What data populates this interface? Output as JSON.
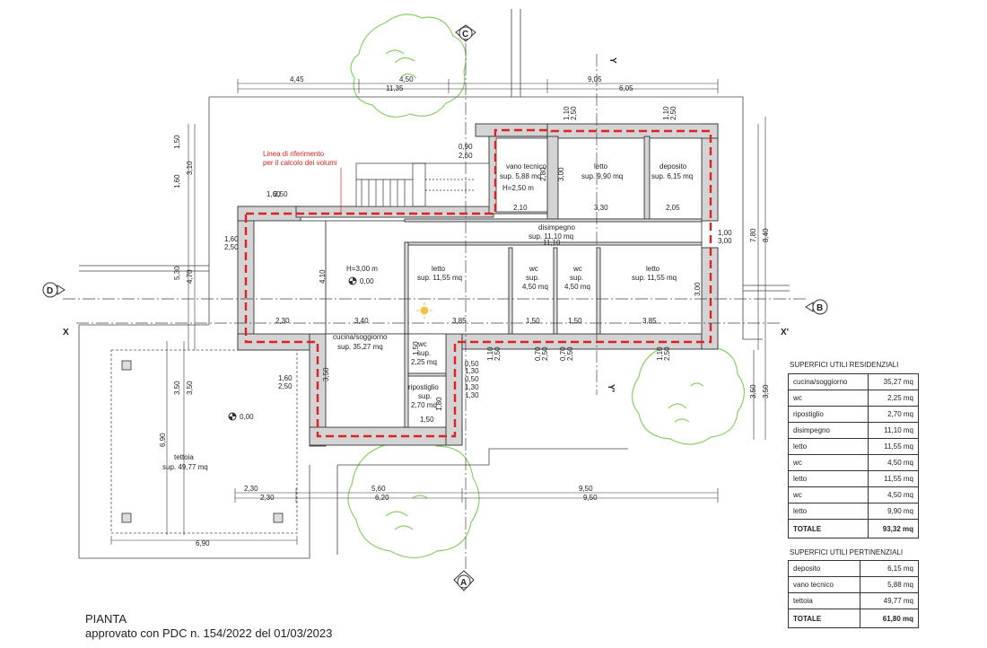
{
  "footer": {
    "title": "PIANTA",
    "subtitle": "approvato con PDC n. 154/2022 del 01/03/2023"
  },
  "red_note": [
    "Linea di riferimento",
    "per il calcolo dei volumi"
  ],
  "axes": {
    "C": "C",
    "A": "A",
    "D": "D",
    "B": "B",
    "X": "X",
    "Xp": "X'",
    "Y": "Y",
    "Yp": "Y'"
  },
  "rooms": {
    "vano": [
      "vano tecnico",
      "sup. 5,88 mq",
      "H=2,50 m"
    ],
    "letto_top": [
      "letto",
      "sup. 9,90 mq"
    ],
    "deposito": [
      "deposito",
      "sup. 6,15 mq"
    ],
    "disimpegno": [
      "disimpegno",
      "sup. 11,10 mq"
    ],
    "h300": [
      "H=3,00 m"
    ],
    "letto_mid": [
      "letto",
      "sup. 11,55 mq"
    ],
    "wc1": [
      "wc",
      "sup.",
      "4,50 mq"
    ],
    "wc2": [
      "wc",
      "sup.",
      "4,50 mq"
    ],
    "letto_right": [
      "letto",
      "sup. 11,55 mq"
    ],
    "cucina": [
      "cucina/soggiorno",
      "sup. 35,27 mq"
    ],
    "wc_small": [
      "wc",
      "sup.",
      "2,25 mq"
    ],
    "ripostiglio": [
      "ripostiglio",
      "sup.",
      "2,70 mq"
    ],
    "tettoia": [
      "tettoia",
      "sup. 49,77 mq"
    ]
  },
  "levels": {
    "l1": "0,00",
    "l2": "0,00"
  },
  "dims": {
    "top_445": "4,45",
    "top_450": "4,50",
    "top_905": "9,05",
    "top_1135": "11,35",
    "top_605": "6,05",
    "d_110a": "1,10",
    "d_250a": "2,50",
    "d_110b": "1,10",
    "d_250b": "2,50",
    "d_090": "0,90",
    "d_260": "2,60",
    "d_150": "1,50",
    "d_160": "1,60",
    "d_310": "3,10",
    "d_470": "4,70",
    "d_530": "5,30",
    "d_350a": "3,50",
    "d_350b": "3,50",
    "d_690": "6,90",
    "d_160b": "1,60",
    "d_250c": "2,50",
    "d_160c": "1,60",
    "d_250d": "2,50",
    "d_160e": "1,60",
    "d_250e": "2,50",
    "d_280": "2,80",
    "d_300a": "3,00",
    "d_210": "2,10",
    "d_330": "3,30",
    "d_205": "2,05",
    "d_1110": "11,10",
    "d_100": "1,00",
    "d_300b": "3,00",
    "d_780": "7,80",
    "d_840": "8,40",
    "d_410": "4,10",
    "d_230": "2,30",
    "d_340": "3,40",
    "d_385a": "3,85",
    "d_150a": "1,50",
    "d_150b": "1,50",
    "d_385b": "3,85",
    "d_300c": "3,00",
    "d_350c": "3,50",
    "d_150c": "1,50",
    "d_130a": "1,30",
    "d_050a": "0,50",
    "d_130b": "1,30",
    "d_050b": "0,50",
    "d_130c": "1,30",
    "d_180": "1,80",
    "d_150d": "1,50",
    "d_110c": "1,10",
    "d_250f": "2,50",
    "d_070a": "0,70",
    "d_250g": "2,50",
    "d_070b": "0,70",
    "d_250h": "2,50",
    "d_110d": "1,10",
    "d_250i": "2,50",
    "d_350d": "3,50",
    "d_350e": "3,50",
    "b_230": "2,30",
    "b_560": "5,60",
    "b_950": "9,50",
    "b_230b": "2,30",
    "b_620": "6,20",
    "b_950b": "9,50",
    "b_690": "6,90"
  },
  "table_res": {
    "title": "SUPERFICI UTILI RESIDENZIALI",
    "rows": [
      {
        "name": "cucina/soggiorno",
        "value": "35,27 mq"
      },
      {
        "name": "wc",
        "value": "2,25 mq"
      },
      {
        "name": "ripostiglio",
        "value": "2,70 mq"
      },
      {
        "name": "disimpegno",
        "value": "11,10 mq"
      },
      {
        "name": "letto",
        "value": "11,55 mq"
      },
      {
        "name": "wc",
        "value": "4,50 mq"
      },
      {
        "name": "letto",
        "value": "11,55 mq"
      },
      {
        "name": "wc",
        "value": "4,50 mq"
      },
      {
        "name": "letto",
        "value": "9,90 mq"
      }
    ],
    "total_label": "TOTALE",
    "total_value": "93,32 mq"
  },
  "table_pert": {
    "title": "SUPERFICI UTILI PERTINENZIALI",
    "rows": [
      {
        "name": "deposito",
        "value": "6,15 mq"
      },
      {
        "name": "vano tecnico",
        "value": "5,88 mq"
      },
      {
        "name": "tettoia",
        "value": "49,77 mq"
      }
    ],
    "total_label": "TOTALE",
    "total_value": "61,80 mq"
  }
}
